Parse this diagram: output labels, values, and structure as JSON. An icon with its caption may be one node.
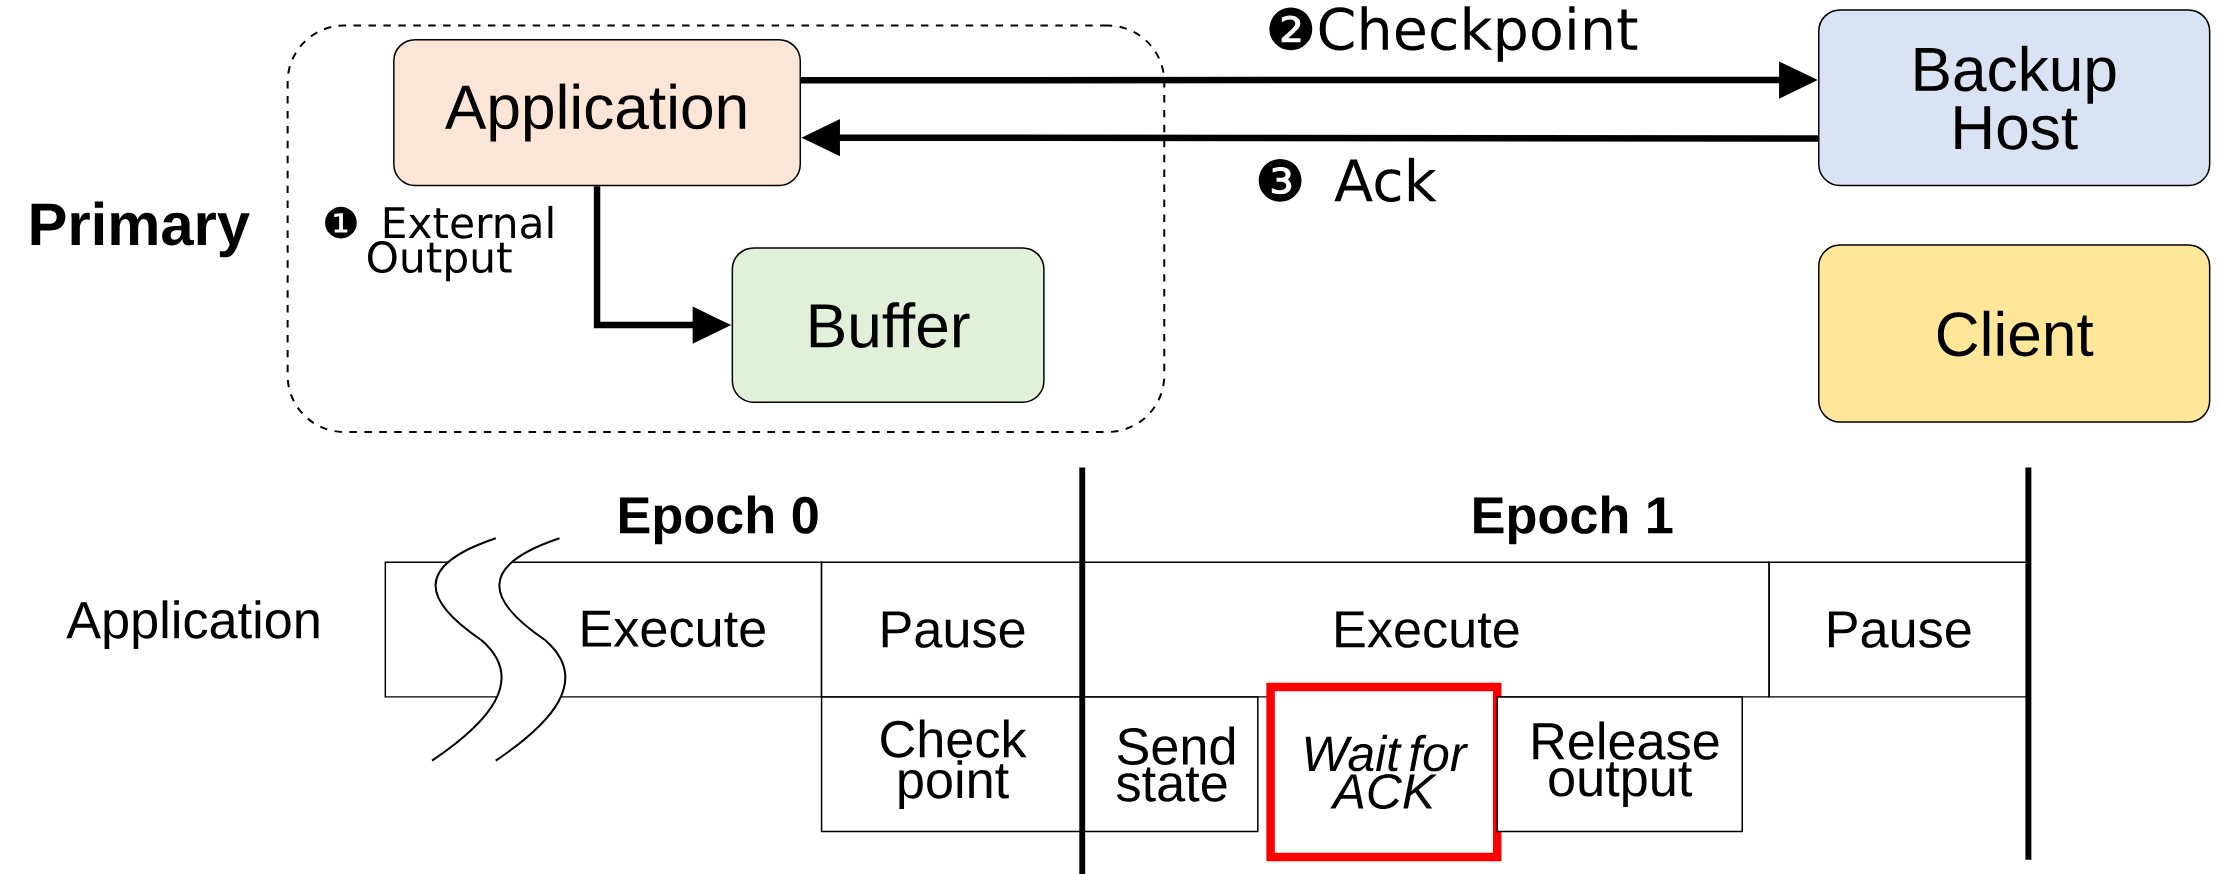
{
  "diagram": {
    "nodes": [
      {
        "text": [
          "Primary"
        ]
      },
      {
        "text": [
          "Application"
        ],
        "in": 0
      },
      {
        "text": [
          "Buffer"
        ],
        "in": 0
      },
      {
        "text": [
          "Backup Host"
        ]
      },
      {
        "text": [
          "Client"
        ]
      },
      {
        "text": [
          "Execute"
        ]
      },
      {
        "text": [
          "Pause"
        ]
      },
      {
        "text": [
          "Execute"
        ]
      },
      {
        "text": [
          "Pause"
        ]
      },
      {
        "text": [
          "Check point"
        ]
      },
      {
        "text": [
          "Send state"
        ]
      },
      {
        "text": [
          "Wait for ACK"
        ]
      },
      {
        "text": [
          "Release output"
        ]
      }
    ],
    "edges": [
      {
        "from": 1,
        "to": 3,
        "arrow": "to",
        "label": "❷Checkpoint"
      },
      {
        "from": 3,
        "to": 1,
        "arrow": "to",
        "label": "❸ Ack"
      },
      {
        "from": 1,
        "to": 2,
        "arrow": "to",
        "label": "❶ External Output"
      }
    ],
    "labels": [
      "Epoch 0",
      "Epoch 1",
      "Application"
    ]
  }
}
